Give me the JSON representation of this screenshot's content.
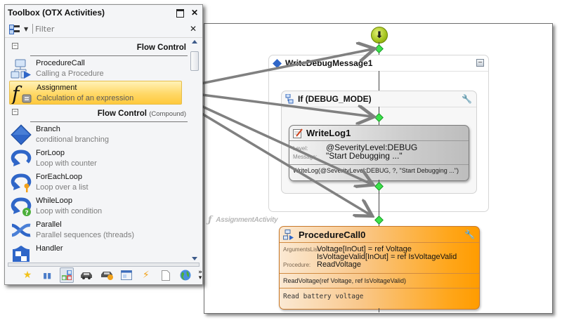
{
  "toolbox": {
    "title": "Toolbox (OTX Activities)",
    "filter_placeholder": "Filter",
    "categories": [
      {
        "title": "Flow Control",
        "subtitle": "",
        "items": [
          {
            "name": "ProcedureCall",
            "desc": "Calling a Procedure",
            "icon": "procedure-call-icon"
          },
          {
            "name": "Assignment",
            "desc": "Calculation of an expression",
            "icon": "assignment-function-icon",
            "selected": true
          }
        ]
      },
      {
        "title": "Flow Control",
        "subtitle": "(Compound)",
        "items": [
          {
            "name": "Branch",
            "desc": "conditional branching",
            "icon": "branch-diamond-icon"
          },
          {
            "name": "ForLoop",
            "desc": "Loop with counter",
            "icon": "loop-icon"
          },
          {
            "name": "ForEachLoop",
            "desc": "Loop over a list",
            "icon": "foreach-loop-icon"
          },
          {
            "name": "WhileLoop",
            "desc": "Loop with condition",
            "icon": "while-loop-icon"
          },
          {
            "name": "Parallel",
            "desc": "Parallel sequences (threads)",
            "icon": "parallel-icon"
          },
          {
            "name": "Handler",
            "desc": "",
            "icon": "handler-shield-icon"
          }
        ]
      }
    ],
    "bottom_tabs": [
      {
        "icon": "star-icon",
        "glyph": "★",
        "color": "#f2c21b"
      },
      {
        "icon": "books-icon",
        "glyph": "▮▮",
        "color": "#4a7cc9"
      },
      {
        "icon": "blocks-icon",
        "glyph": "▦",
        "color": "#3d7fd6",
        "active": true
      },
      {
        "icon": "car-icon",
        "glyph": "🚗",
        "color": "#555555"
      },
      {
        "icon": "car-database-icon",
        "glyph": "🚙",
        "color": "#555555"
      },
      {
        "icon": "window-icon",
        "glyph": "▤",
        "color": "#3a6bbd"
      },
      {
        "icon": "lightning-icon",
        "glyph": "⚡",
        "color": "#f2a21b"
      },
      {
        "icon": "document-icon",
        "glyph": "▯",
        "color": "#999999"
      },
      {
        "icon": "globe-icon",
        "glyph": "🌍",
        "color": "#3a9b3a"
      }
    ],
    "more_label": "»"
  },
  "workflow": {
    "write_debug_message": {
      "title": "WriteDebugMessage1"
    },
    "if_block": {
      "title": "If (DEBUG_MODE)"
    },
    "writelog": {
      "title": "WriteLog1",
      "level_label": "Level:",
      "level_value": "@SeverityLevel:DEBUG",
      "message_label": "Message:",
      "message_value": "\"Start Debugging ...\"",
      "call": "WriteLog(@SeverityLevel:DEBUG, ?, \"Start Debugging ...\")"
    },
    "assignment_hint": "AssignmentActivity",
    "procedure_call": {
      "title": "ProcedureCall0",
      "args_label": "ArgumentsList:",
      "args_line1": "Voltage[InOut] = ref Voltage",
      "args_line2": "IsVoltageValid[InOut] = ref IsVoltageValid",
      "procedure_label": "Procedure:",
      "procedure_value": "ReadVoltage",
      "call": "ReadVoltage(ref Voltage, ref IsVoltageValid)",
      "comment": "Read battery voltage"
    }
  },
  "colors": {
    "selection": "#ffd867",
    "procedure_orange": "#ffa61a",
    "drop_point": "#3be24b",
    "arrow": "#808080"
  }
}
